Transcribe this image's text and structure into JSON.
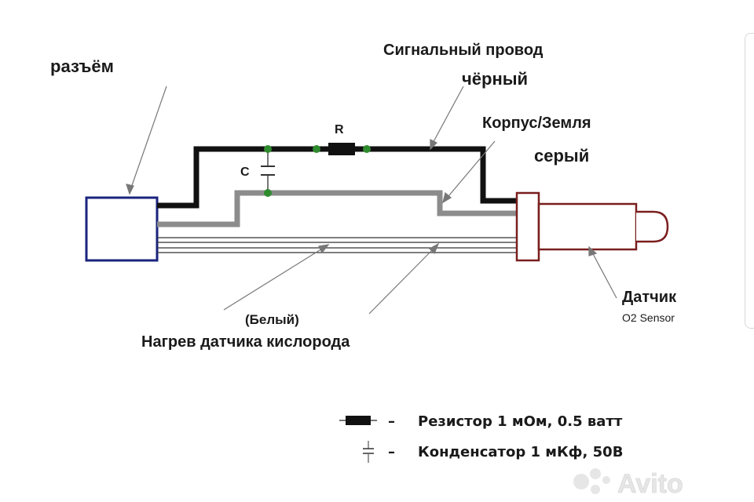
{
  "labels": {
    "connector": "разъём",
    "signal_wire": "Сигнальный провод",
    "signal_color": "чёрный",
    "resistor_letter": "R",
    "capacitor_letter": "C",
    "ground": "Корпус/Земля",
    "ground_color": "серый",
    "sensor": "Датчик",
    "sensor_sub": "O2 Sensor",
    "heater_color": "(Белый)",
    "heater": "Нагрев датчика кислорода"
  },
  "legend": {
    "resistor": "Резистор 1 мОм, 0.5 ватт",
    "capacitor": "Конденсатор 1 мКф, 50В",
    "dash": "–"
  },
  "watermark": "Avito",
  "colors": {
    "signal_wire": "#111111",
    "ground_wire": "#8c8c8c",
    "connector_border": "#1a237e",
    "sensor_border": "#7a1e1e",
    "node": "#2e8b2e",
    "watermark": "#e6e6e6"
  }
}
